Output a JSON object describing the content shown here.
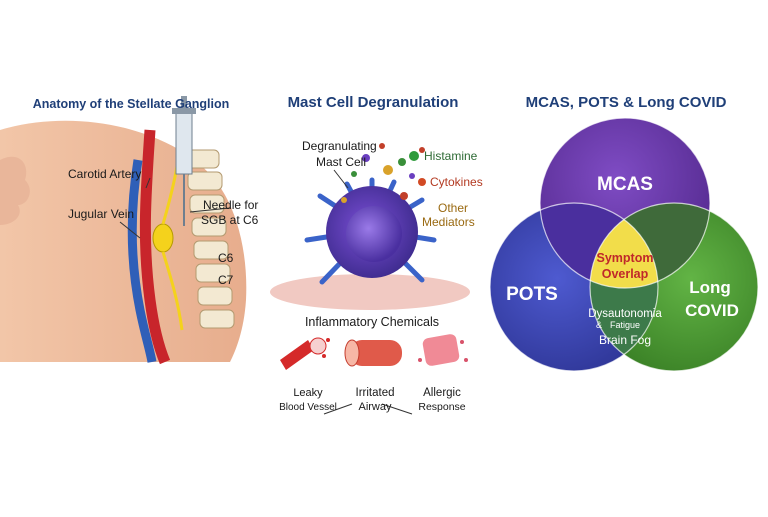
{
  "anatomy": {
    "title": "Anatomy of the Stellate Ganglion",
    "labels": {
      "carotid": "Carotid Artery",
      "jugular": "Jugular Vein",
      "needle_line1": "Needle for",
      "needle_line2": "SGB at C6",
      "c6": "C6",
      "c7": "C7"
    }
  },
  "mast_cell": {
    "title": "Mast Cell Degranulation",
    "cell_label_line1": "Degranulating",
    "cell_label_line2": "Mast Cell",
    "mediators": {
      "histamine": "Histamine",
      "cytokines": "Cytokines",
      "other_line1": "Other",
      "other_line2": "Mediators"
    },
    "inflammatory_title": "Inflammatory Chemicals",
    "effects": {
      "leaky_line1": "Leaky",
      "leaky_line2": "Blood Vessel",
      "airway_line1": "Irritated",
      "airway_line2": "Airway",
      "allergic_line1": "Allergic",
      "allergic_line2": "Response"
    }
  },
  "venn": {
    "title": "MCAS, POTS & Long COVID",
    "sets": {
      "mcas": "MCAS",
      "pots": "POTS",
      "long_covid_line1": "Long",
      "long_covid_line2": "COVID"
    },
    "overlap": {
      "line1": "Symptom",
      "line2": "Overlap",
      "dys": "Dysautonomia",
      "fatigue_amp": "&",
      "fatigue": "Fatigue",
      "brain_fog": "Brain Fog"
    },
    "colors": {
      "mcas": "#6a3aa8",
      "pots": "#3a44a8",
      "long_covid": "#4a9a32",
      "overlap": "#f2dd4a"
    }
  }
}
